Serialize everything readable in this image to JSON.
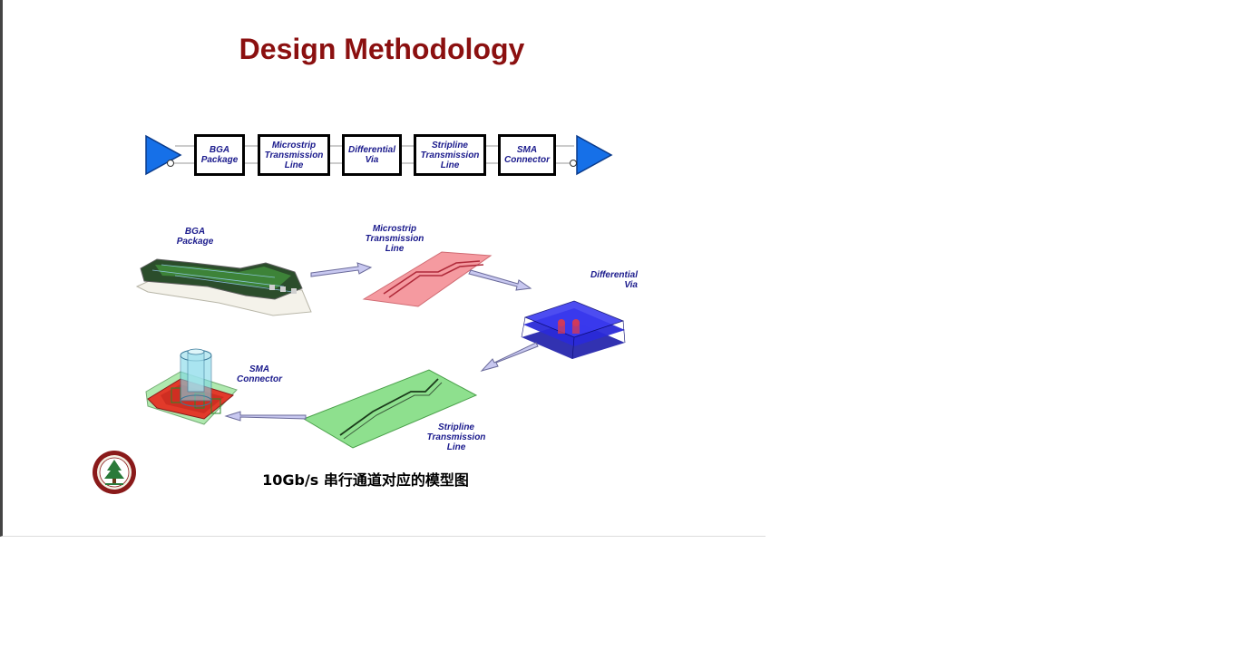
{
  "slide": {
    "title": "Design Methodology",
    "caption": "10Gb/s 串行通道对应的模型图"
  },
  "flow_blocks": [
    {
      "id": "bga",
      "label": "BGA\nPackage"
    },
    {
      "id": "microstrip",
      "label": "Microstrip\nTransmission\nLine"
    },
    {
      "id": "via",
      "label": "Differential\nVia"
    },
    {
      "id": "stripline",
      "label": "Stripline\nTransmission\nLine"
    },
    {
      "id": "sma",
      "label": "SMA\nConnector"
    }
  ],
  "model_labels": {
    "bga": "BGA\nPackage",
    "microstrip": "Microstrip\nTransmission\nLine",
    "via": "Differential\nVia",
    "sma": "SMA\nConnector",
    "stripline": "Stripline\nTransmission\nLine"
  },
  "colors": {
    "title": "#8b1010",
    "label_text": "#1a1a8c",
    "buffer_fill": "#1670e8",
    "microstrip_fill": "#f59aa0",
    "via_fill": "#2a2ad8",
    "stripline_fill": "#8ee08e",
    "sma_base": "#e23a2a",
    "arrow_fill": "#c8c8f0"
  },
  "icons": {
    "logo": "university-seal"
  }
}
